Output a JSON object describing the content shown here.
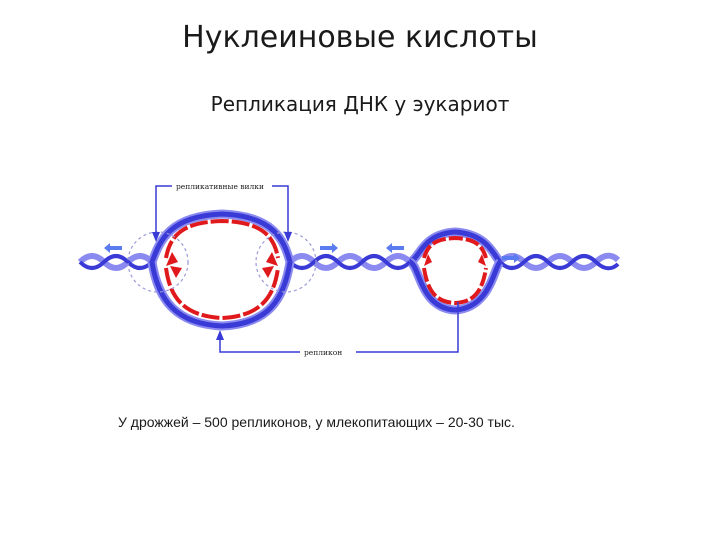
{
  "slide": {
    "title": "Нуклеиновые кислоты",
    "subtitle": "Репликация ДНК у эукариот",
    "footer": "У дрожжей – 500 репликонов, у млекопитающих – 20-30 тыс."
  },
  "diagram": {
    "label_top": "репликативные вилки",
    "label_bottom": "репликон",
    "colors": {
      "parental_strand": "#3a3ad6",
      "parental_glow": "#8a8af0",
      "new_strand": "#e0191c",
      "fork_circle": "#9a9ad8",
      "arrow": "#5b7cf0",
      "bracket": "#3a3ad6"
    }
  }
}
